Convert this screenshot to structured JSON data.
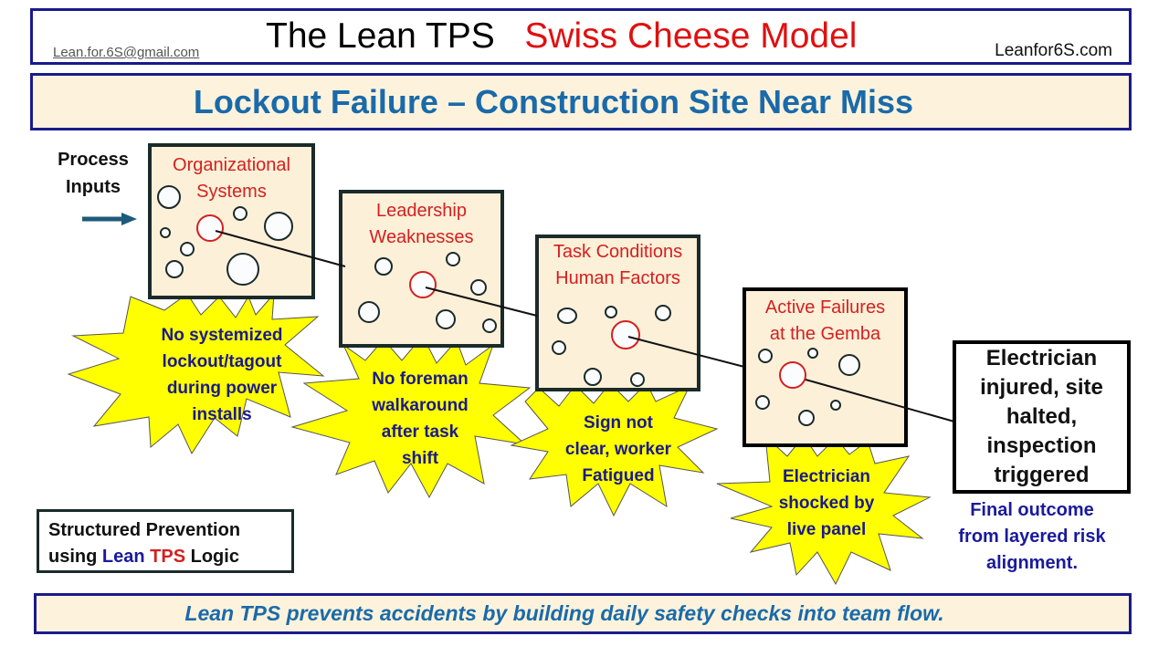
{
  "header": {
    "email": "Lean.for.6S@gmail.com",
    "title_part1": "The Lean TPS",
    "title_part2": "Swiss Cheese Model",
    "website": "Leanfor6S.com"
  },
  "subtitle": "Lockout Failure – Construction Site Near Miss",
  "process_inputs": {
    "line1": "Process",
    "line2": "Inputs",
    "arrow_icon": "arrow-right-icon"
  },
  "layers": [
    {
      "label_line1": "Organizational",
      "label_line2": "Systems",
      "burst_lines": [
        "No systemized",
        "lockout/tagout",
        "during power",
        "installs"
      ]
    },
    {
      "label_line1": "Leadership",
      "label_line2": "Weaknesses",
      "burst_lines": [
        "No foreman",
        "walkaround",
        "after task",
        "shift"
      ]
    },
    {
      "label_line1": "Task Conditions",
      "label_line2": "Human Factors",
      "burst_lines": [
        "Sign not",
        "clear, worker",
        "Fatigued"
      ]
    },
    {
      "label_line1": "Active Failures",
      "label_line2": "at the Gemba",
      "burst_lines": [
        "Electrician",
        "shocked by",
        "live panel"
      ]
    }
  ],
  "outcome": {
    "lines": [
      "Electrician",
      "injured, site",
      "halted,",
      "inspection",
      "triggered"
    ],
    "note_lines": [
      "Final outcome",
      "from layered risk",
      "alignment."
    ]
  },
  "prevention": {
    "line1": "Structured Prevention",
    "line2_prefix": "using",
    "line2_lean": "Lean",
    "line2_tps": "TPS",
    "line2_suffix": "Logic"
  },
  "footer": "Lean TPS prevents accidents by building daily safety checks into team flow.",
  "colors": {
    "frame_blue": "#1a1a8c",
    "title_red": "#e01010",
    "subtitle_blue": "#1a6aaa",
    "cheese_fill": "#fdf0d8",
    "burst_yellow": "#ffff00",
    "hole_red": "#d42020"
  }
}
